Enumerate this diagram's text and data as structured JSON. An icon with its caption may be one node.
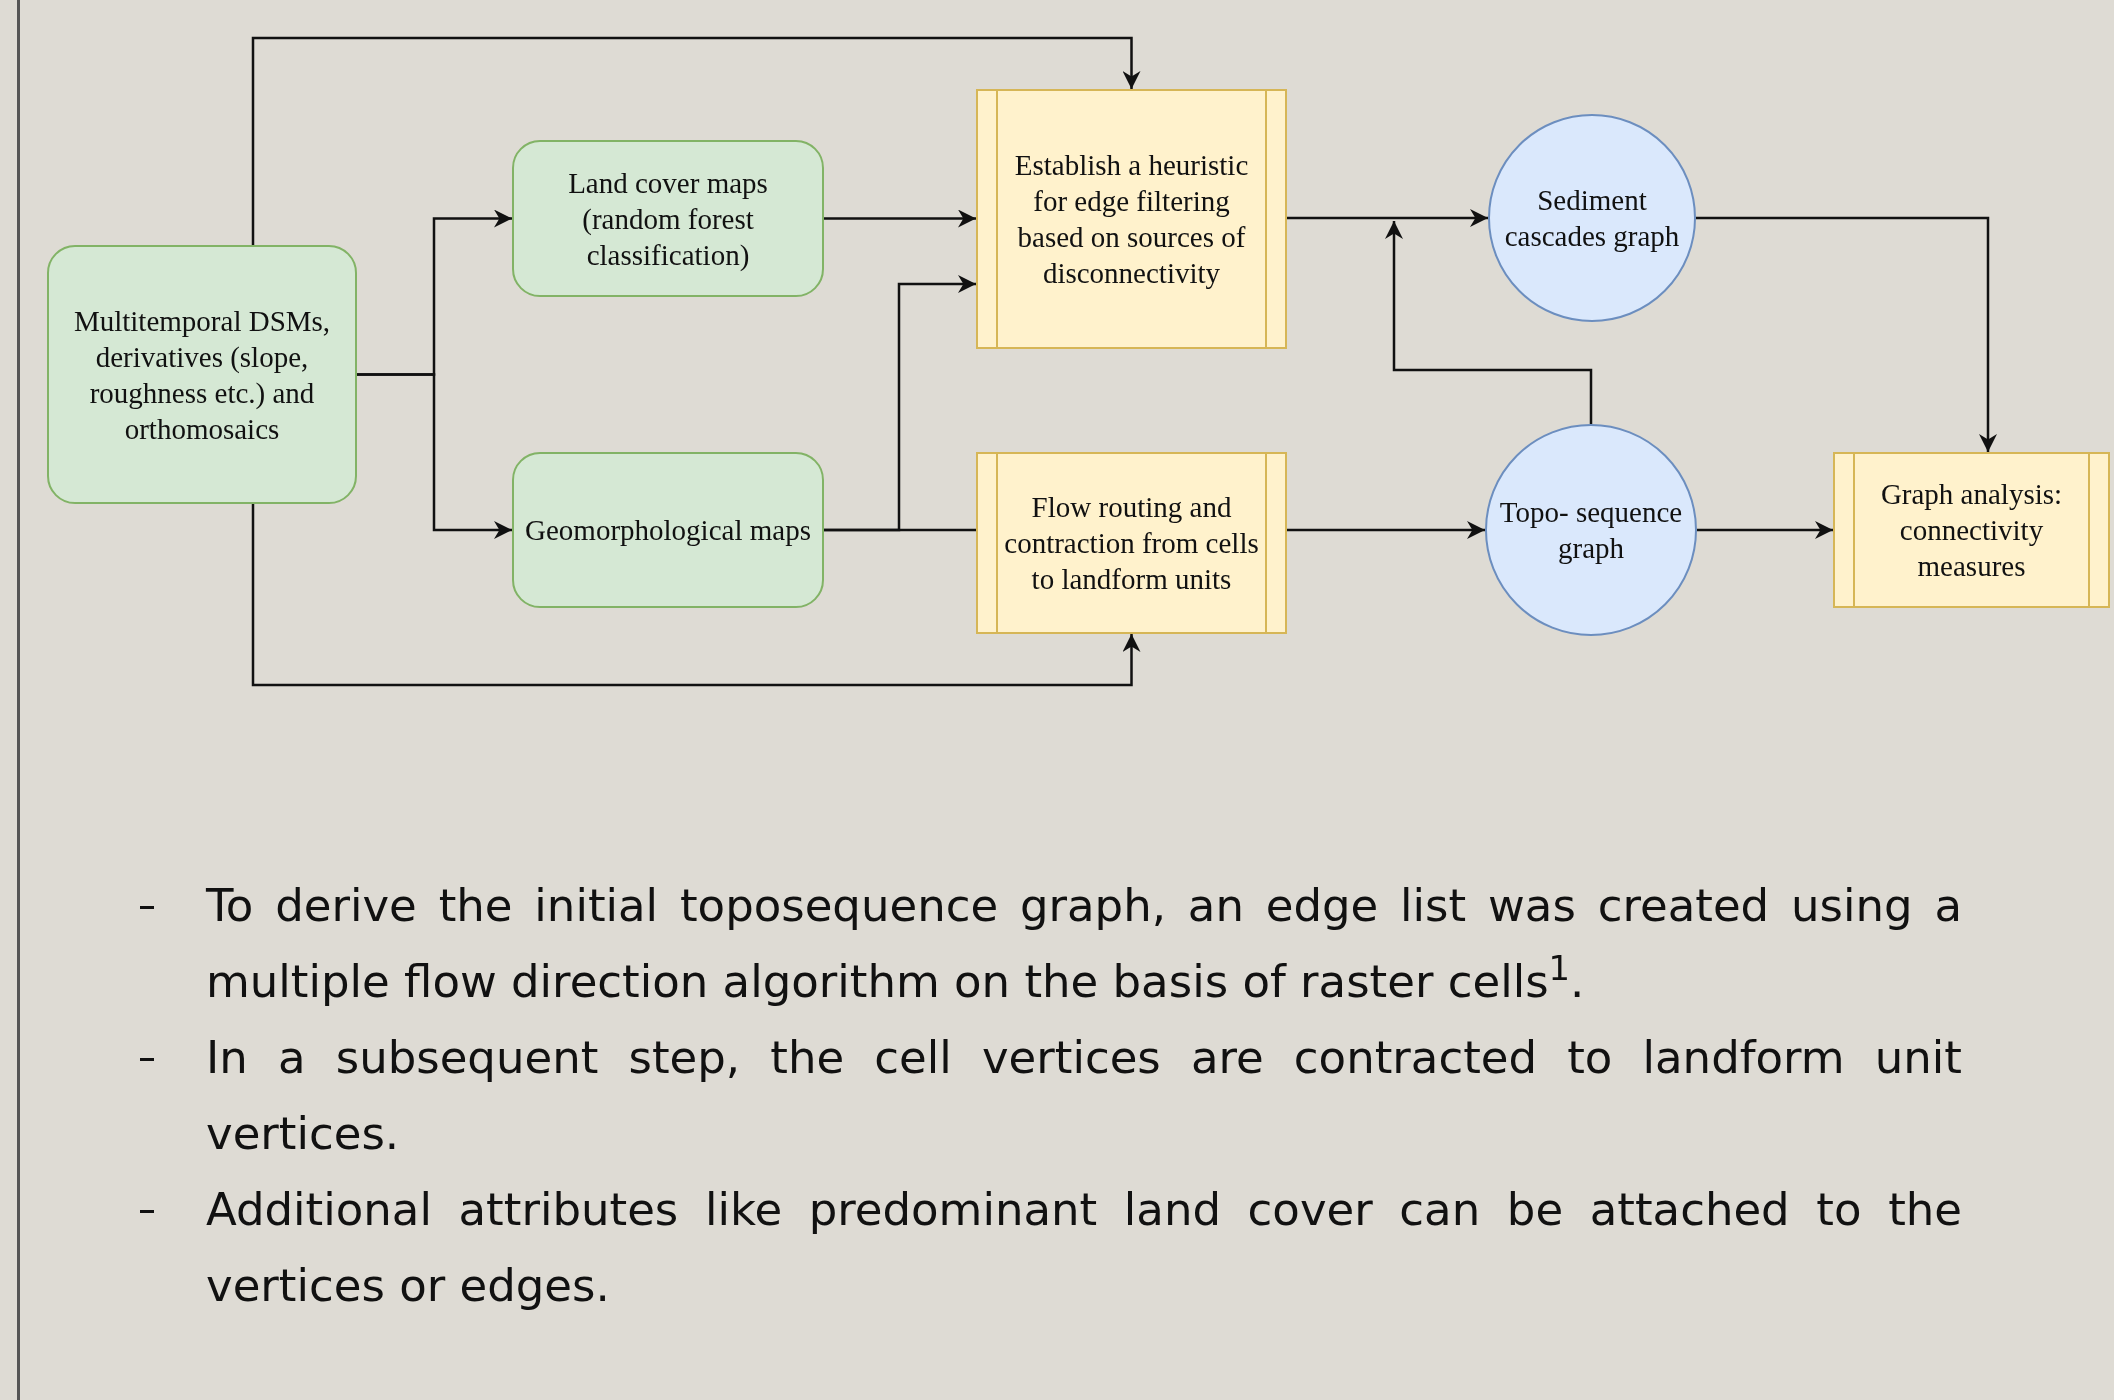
{
  "diagram": {
    "nodes": [
      {
        "text": [
          "Multitemporal DSMs, derivatives (slope, roughness etc.) and orthomosaics"
        ]
      },
      {
        "text": [
          "Land cover maps (random forest classification)"
        ]
      },
      {
        "text": [
          "Geomorphological maps"
        ]
      },
      {
        "text": [
          "Establish a heuristic for edge filtering based on sources of disconnectivity"
        ]
      },
      {
        "text": [
          "Flow routing and contraction from cells to landform units"
        ]
      },
      {
        "text": [
          "Sediment cascades graph"
        ]
      },
      {
        "text": [
          "Topo- sequence graph"
        ]
      },
      {
        "text": [
          "Graph analysis: connectivity measures"
        ]
      }
    ],
    "edges": [
      {
        "from": 0,
        "to": 1,
        "arrow": "to"
      },
      {
        "from": 0,
        "to": 2,
        "arrow": "to"
      },
      {
        "from": 0,
        "to": 3,
        "arrow": "to"
      },
      {
        "from": 0,
        "to": 4,
        "arrow": "to"
      },
      {
        "from": 1,
        "to": 3,
        "arrow": "to"
      },
      {
        "from": 2,
        "to": 3,
        "arrow": "to"
      },
      {
        "from": 2,
        "to": 4,
        "arrow": "none"
      },
      {
        "from": 3,
        "to": 5,
        "arrow": "to"
      },
      {
        "from": 6,
        "to": 5,
        "arrow": "to"
      },
      {
        "from": 5,
        "to": 7,
        "arrow": "to"
      },
      {
        "from": 4,
        "to": 6,
        "arrow": "to"
      },
      {
        "from": 6,
        "to": 7,
        "arrow": "to"
      }
    ],
    "labels": [
      "To derive the initial toposequence graph, an edge list was created using a multiple flow direction algorithm on the basis of raster cells$^{1}$.",
      "In a subsequent step, the cell vertices are contracted to landform unit vertices.",
      "Additional attributes like predominant land cover can be attached to the vertices or edges."
    ]
  }
}
